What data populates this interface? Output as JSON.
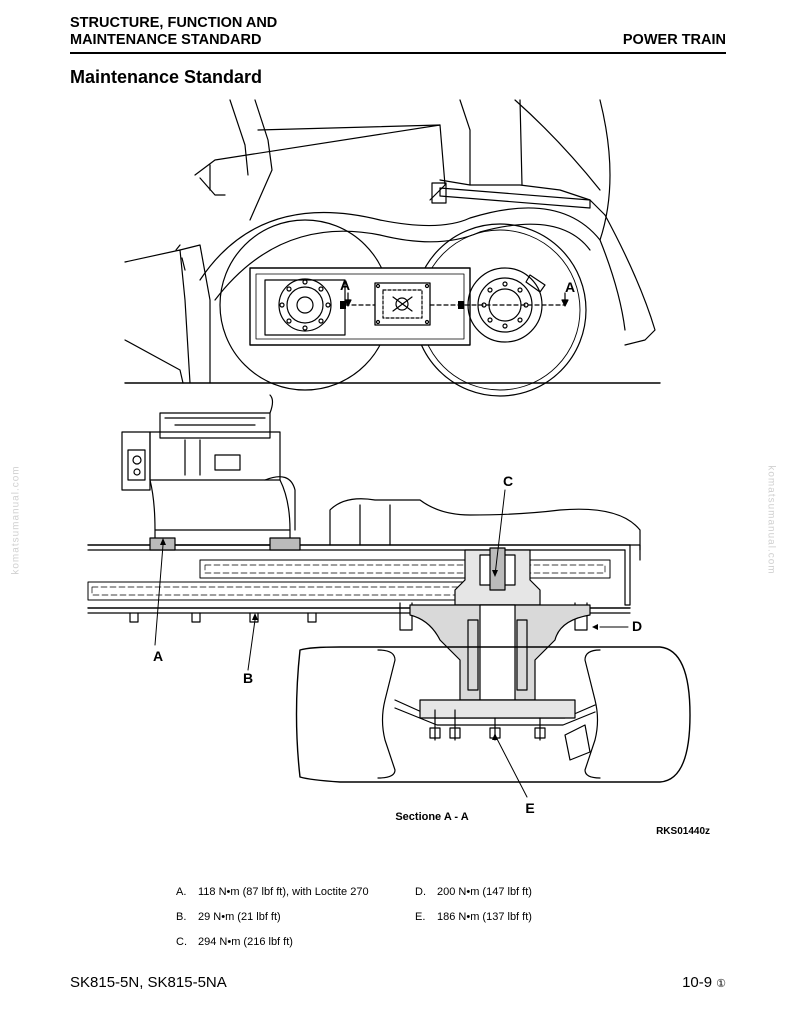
{
  "header": {
    "title_line1": "STRUCTURE, FUNCTION AND",
    "title_line2": "MAINTENANCE STANDARD",
    "section": "POWER TRAIN"
  },
  "page_title": "Maintenance Standard",
  "watermark": "komatsumanual.com",
  "figure": {
    "section_marker": "A",
    "section_caption": "Sectione A - A",
    "figure_code": "RKS01440z",
    "callouts": {
      "a": "A",
      "b": "B",
      "c": "C",
      "d": "D",
      "e": "E"
    }
  },
  "legend": [
    {
      "letter": "A.",
      "text": "118 N•m (87 lbf ft), with Loctite 270"
    },
    {
      "letter": "B.",
      "text": "29 N•m (21 lbf ft)"
    },
    {
      "letter": "C.",
      "text": "294 N•m (216 lbf ft)"
    },
    {
      "letter": "D.",
      "text": "200 N•m (147 lbf ft)"
    },
    {
      "letter": "E.",
      "text": "186 N•m (137 lbf ft)"
    }
  ],
  "footer": {
    "models": "SK815-5N, SK815-5NA",
    "page": "10-9",
    "revision_mark": "①"
  }
}
